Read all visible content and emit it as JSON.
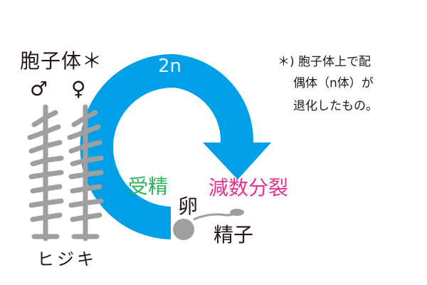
{
  "diagram": {
    "sporophyte_label": "胞子体＊",
    "male_symbol": "♂",
    "female_symbol": "♀",
    "ploidy_label": "2n",
    "fertilization_label": "受精",
    "meiosis_label": "減数分裂",
    "egg_label": "卵",
    "sperm_label": "精子",
    "organism_label": "ヒジキ",
    "footnote": {
      "marker": "＊)",
      "lines": [
        "胞子体上で配",
        "偶体（n体）が",
        "退化したもの。"
      ]
    },
    "colors": {
      "cycle_arrow": "#00a0e9",
      "fertilization": "#2bb45a",
      "meiosis": "#e8318d",
      "seaweed": "#9e9fa0",
      "text": "#231815"
    }
  }
}
